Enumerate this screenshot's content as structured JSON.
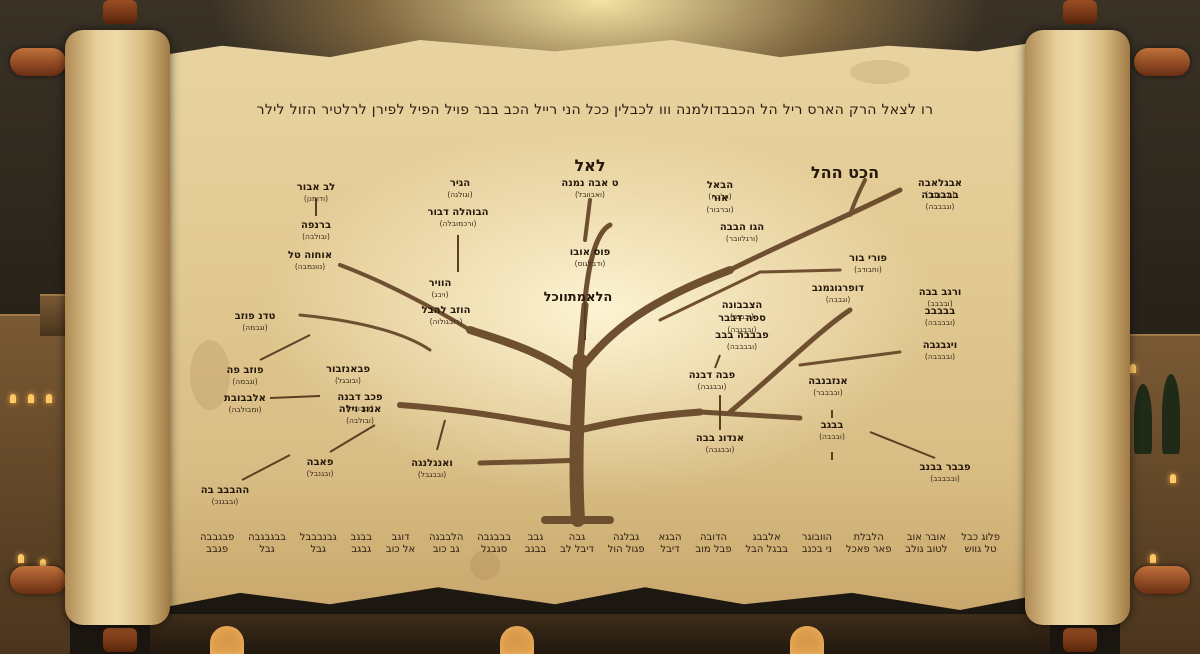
{
  "scroll": {
    "header": "רו לצאל הרק הארס ריל הל הכבבדולמנה ווו לכבלין ככל הני רייל הכב בבר פויל הפיל לפירן לרלטיר הזול לילר",
    "top_center": "לאל",
    "top_right": "הכט ההל",
    "center_label": "הלאמתווכל"
  },
  "nodes": [
    {
      "name": "לב אבור",
      "sub": "(ודומנן)"
    },
    {
      "name": "ברנפה",
      "sub": "(ובולבה)"
    },
    {
      "name": "אוחוה טל",
      "sub": "(נוונמבה)"
    },
    {
      "name": "הגיר",
      "sub": "(וגולגה)"
    },
    {
      "name": "הבוהלה דבור",
      "sub": "(ורכמובלה)"
    },
    {
      "name": "הוויר",
      "sub": "(ויבג)"
    },
    {
      "name": "הוזב להבל",
      "sub": "(רובגולוה)"
    },
    {
      "name": "ט אבה נמנה",
      "sub": "(ואבוובל)"
    },
    {
      "name": "פוס אובו",
      "sub": "(ודבלגוס)"
    },
    {
      "name": "הבאל",
      "sub": "(וולבה)"
    },
    {
      "name": "אור",
      "sub": "(וברבור)"
    },
    {
      "name": "הגו הבבה",
      "sub": "(ורגלוובר)"
    },
    {
      "name": "טדנ פוזב",
      "sub": "(וגבמה)"
    },
    {
      "name": "פוזב פה",
      "sub": "(וגבמה)"
    },
    {
      "name": "אלבבובת",
      "sub": "(ומבולבה)"
    },
    {
      "name": "פבאנזבור",
      "sub": "(ובובגל)"
    },
    {
      "name": "פכב דבנה",
      "sub": "(ובבובר)"
    },
    {
      "name": "אנונ וילה",
      "sub": "(ובולבה)"
    },
    {
      "name": "ההבבב בה",
      "sub": "(ובבגנכ)"
    },
    {
      "name": "פאבה",
      "sub": "(ובגנבל)"
    },
    {
      "name": "ואנגלנגה",
      "sub": "(ובבגבל)"
    },
    {
      "name": "הצבבונה",
      "sub": "(ובבנב)"
    },
    {
      "name": "ספה דבבר",
      "sub": "(ובבגבה)"
    },
    {
      "name": "פבבבה בבב",
      "sub": "(ובבבבה)"
    },
    {
      "name": "פבה דבנה",
      "sub": "(ובבגבה)"
    },
    {
      "name": "אנדונ בבה",
      "sub": "(ובבגבה)"
    },
    {
      "name": "דופרגוגמנב",
      "sub": "(וגבבה)"
    },
    {
      "name": "פורי בור",
      "sub": "(וחבודב)"
    },
    {
      "name": "אבגלאבה",
      "sub": "(ובבבבר)"
    },
    {
      "name": "בבבבבה",
      "sub": "(וגבבבה)"
    },
    {
      "name": "ורגב בבה",
      "sub": "(ובבבב)"
    },
    {
      "name": "בבבבב",
      "sub": "(ובבבבה)"
    },
    {
      "name": "ויגבגבה",
      "sub": "(ובבבבה)"
    },
    {
      "name": "אנזבנבה",
      "sub": "(ובבבבר)"
    },
    {
      "name": "בבגב",
      "sub": "(ובבבה)"
    },
    {
      "name": "פבבר בבנב",
      "sub": "(ובבבבב)"
    }
  ],
  "footer": [
    "פלוג כבל|טל גווש",
    "אובר אוב|לטוב גולב",
    "הלבלת|פאר פאכל",
    "הוובוגר|ני בכנב",
    "אלבבג|בבגל הבל",
    "הדובה|פבל מוב",
    "הבגא|דיבל",
    "גבלגה|פגול הול",
    "גבה|דיבל לב",
    "גבב|בבגב",
    "בבבגבה|סגבגל",
    "הלבבגה|גב כוב",
    "דוגב|אל כוב",
    "בבגב|גבגב",
    "גבנבבבל|גבל",
    "בבגבגבה|גבל",
    "פבגבבה|פגבב"
  ],
  "colors": {
    "ink": "#2a1c10",
    "branch": "#6e4f30",
    "parchment": "#e2c992",
    "glow": "#ffe6a6"
  }
}
